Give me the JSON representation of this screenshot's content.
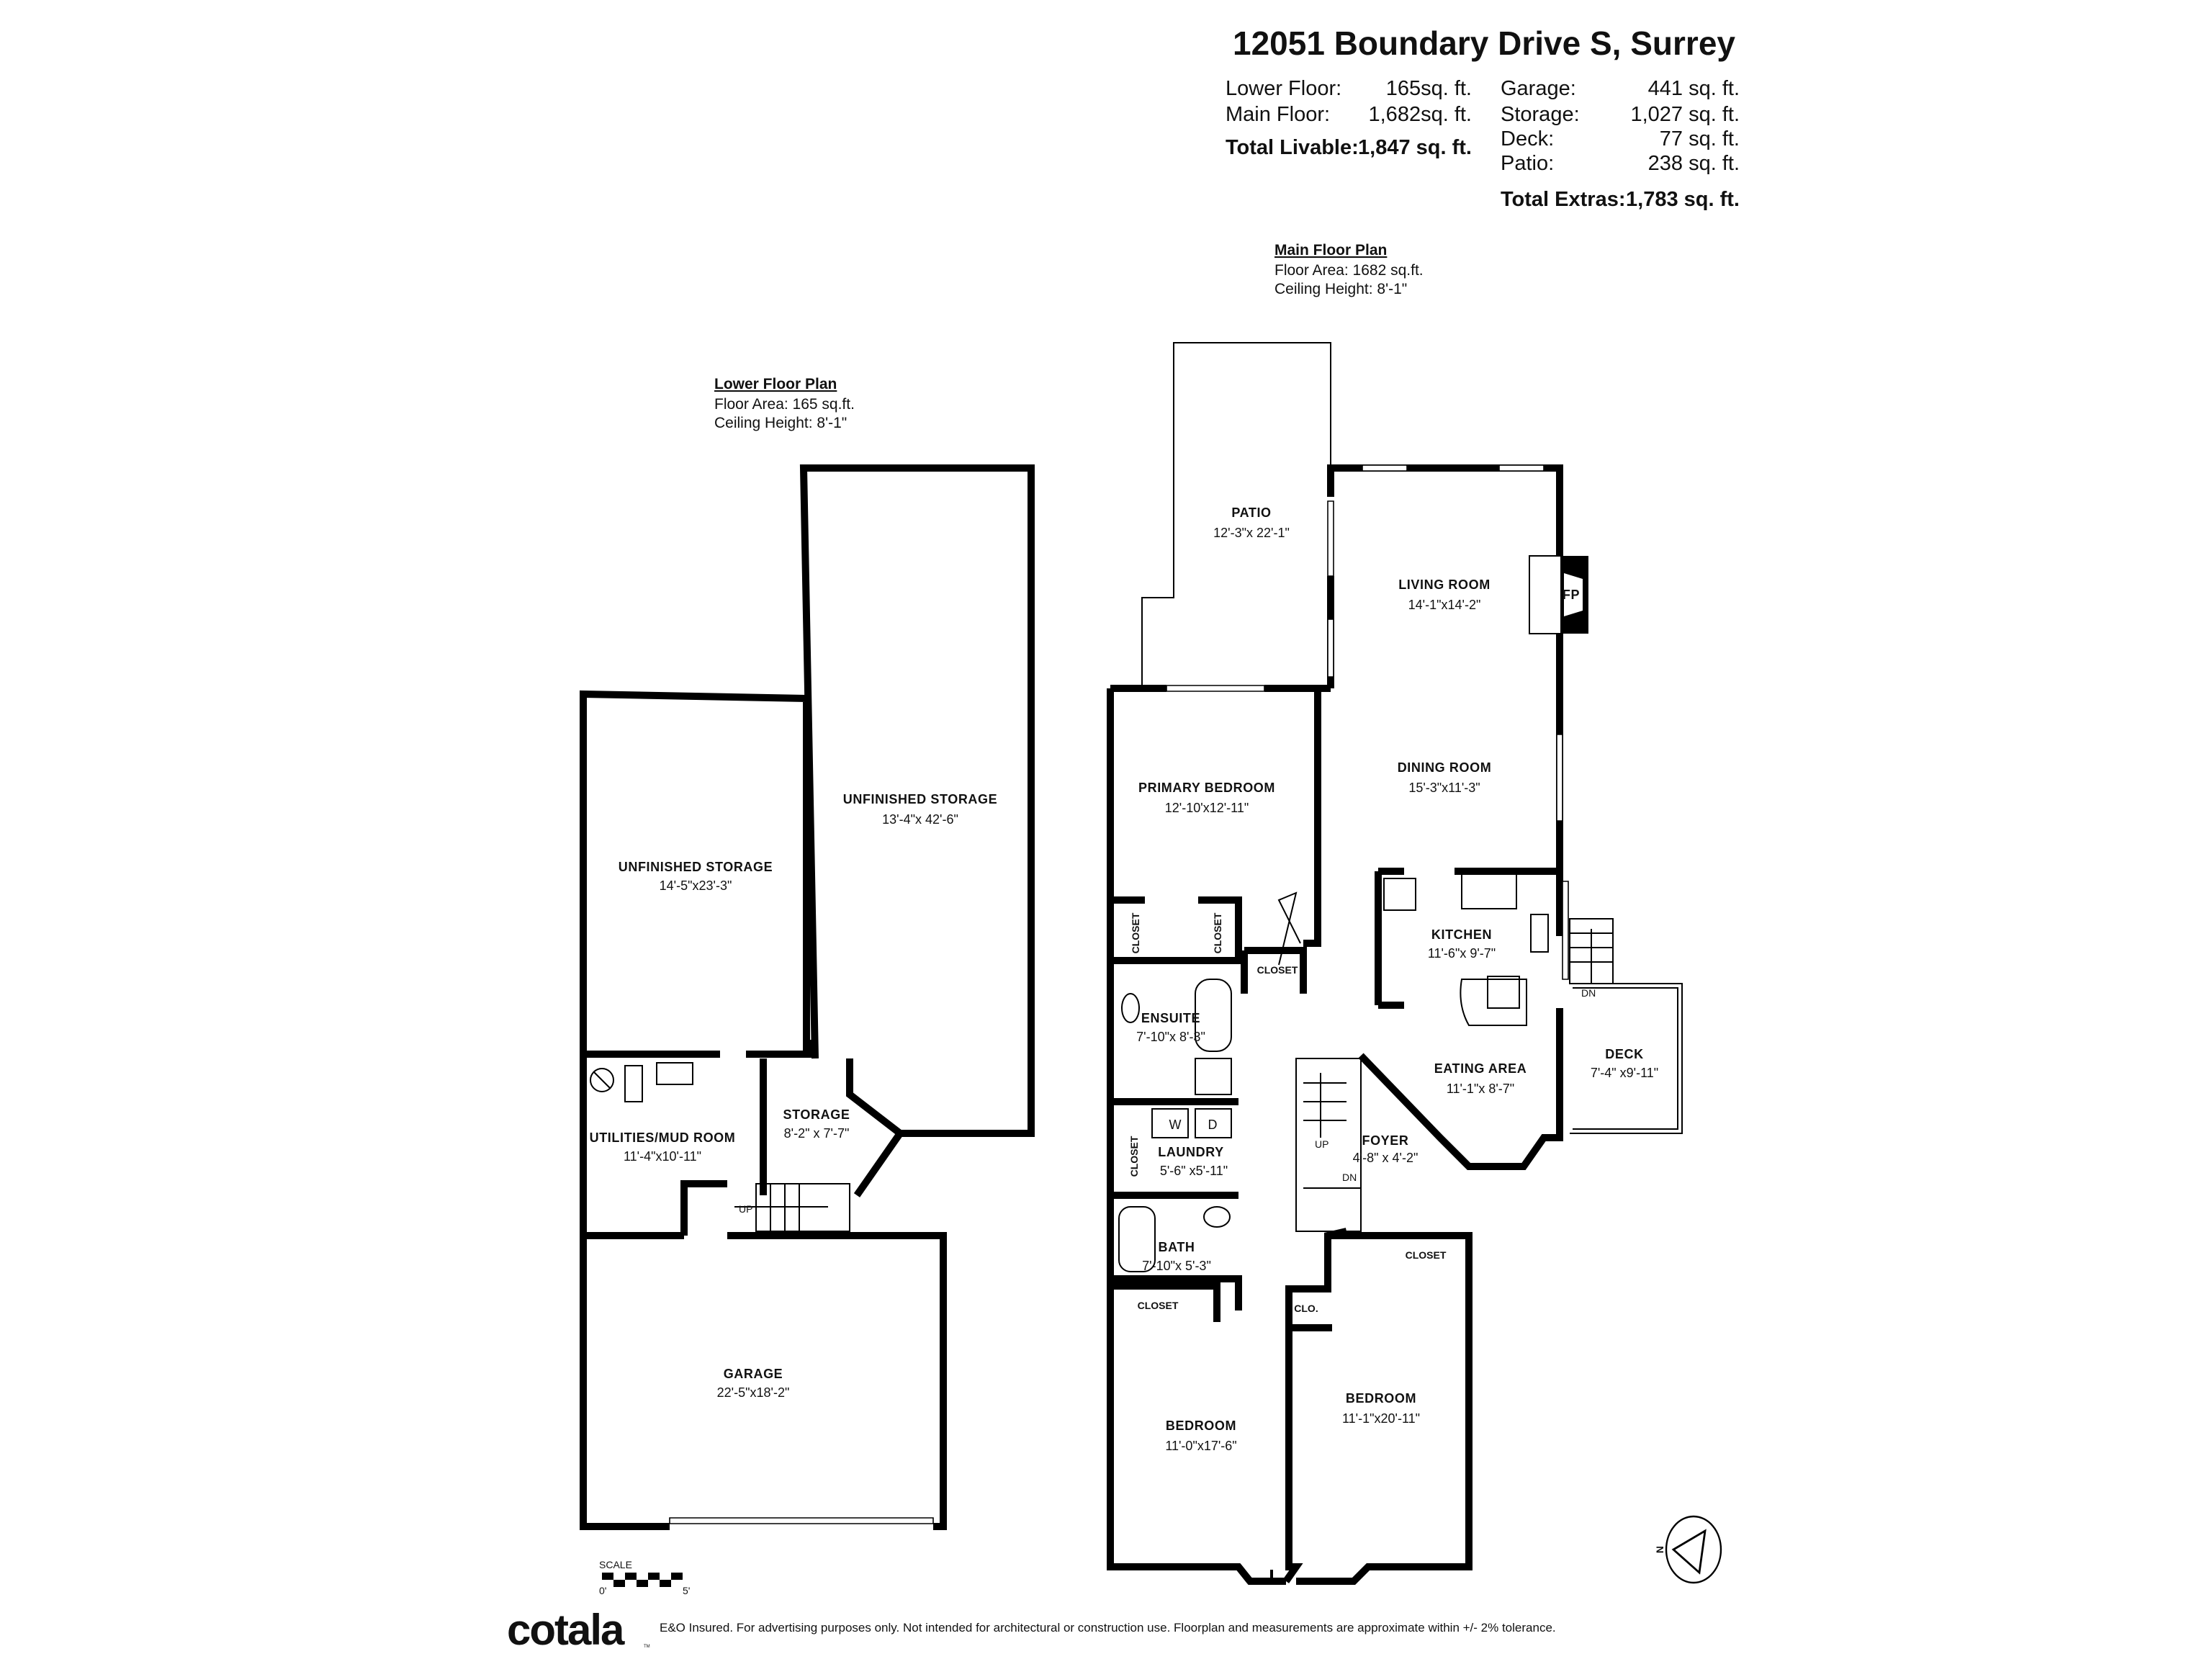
{
  "header": {
    "title": "12051 Boundary Drive S, Surrey",
    "livable": [
      {
        "label": "Lower Floor:",
        "value": "165sq. ft."
      },
      {
        "label": "Main Floor:",
        "value": "1,682sq. ft."
      }
    ],
    "total_livable": {
      "label": "Total Livable:",
      "value": "1,847 sq. ft."
    },
    "extras": [
      {
        "label": "Garage:",
        "value": "441 sq. ft."
      },
      {
        "label": "Storage:",
        "value": "1,027 sq. ft."
      },
      {
        "label": "Deck:",
        "value": "77 sq. ft."
      },
      {
        "label": "Patio:",
        "value": "238 sq. ft."
      }
    ],
    "total_extras": {
      "label": "Total Extras:",
      "value": "1,783 sq. ft."
    }
  },
  "lower_plan": {
    "heading": "Lower Floor Plan",
    "area": "Floor Area: 165 sq.ft.",
    "ceiling": "Ceiling Height: 8'-1\"",
    "rooms": [
      {
        "name": "UNFINISHED STORAGE",
        "dims": "14'-5\"x23'-3\""
      },
      {
        "name": "UNFINISHED STORAGE",
        "dims": "13'-4\"x 42'-6\""
      },
      {
        "name": "UTILITIES/MUD ROOM",
        "dims": "11'-4\"x10'-11\""
      },
      {
        "name": "STORAGE",
        "dims": "8'-2\" x 7'-7\""
      },
      {
        "name": "GARAGE",
        "dims": "22'-5\"x18'-2\""
      }
    ],
    "stair_label": "UP"
  },
  "main_plan": {
    "heading": "Main Floor Plan",
    "area": "Floor Area: 1682 sq.ft.",
    "ceiling": "Ceiling Height: 8'-1\"",
    "rooms": [
      {
        "name": "PATIO",
        "dims": "12'-3\"x 22'-1\""
      },
      {
        "name": "LIVING ROOM",
        "dims": "14'-1\"x14'-2\""
      },
      {
        "name": "DINING ROOM",
        "dims": "15'-3\"x11'-3\""
      },
      {
        "name": "PRIMARY BEDROOM",
        "dims": "12'-10'x12'-11\""
      },
      {
        "name": "KITCHEN",
        "dims": "11'-6\"x 9'-7\""
      },
      {
        "name": "ENSUITE",
        "dims": "7'-10\"x 8'-3\""
      },
      {
        "name": "EATING AREA",
        "dims": "11'-1\"x 8'-7\""
      },
      {
        "name": "DECK",
        "dims": "7'-4\" x9'-11\""
      },
      {
        "name": "LAUNDRY",
        "dims": "5'-6\" x5'-11\""
      },
      {
        "name": "FOYER",
        "dims": "4'-8\" x 4'-2\""
      },
      {
        "name": "BATH",
        "dims": "7'-10\"x 5'-3\""
      },
      {
        "name": "BEDROOM",
        "dims": "11'-0\"x17'-6\""
      },
      {
        "name": "BEDROOM",
        "dims": "11'-1\"x20'-11\""
      }
    ],
    "closets": [
      "CLOSET",
      "CLOSET",
      "CLOSET",
      "CLOSET",
      "CLOSET",
      "CLOSET",
      "CLO."
    ],
    "fireplace": "FP",
    "washer": "W",
    "dryer": "D",
    "up": "UP",
    "dn": "DN",
    "deck_dn": "DN"
  },
  "scale": {
    "label": "SCALE",
    "start": "0'",
    "end": "5'"
  },
  "compass": {
    "label": "N",
    "icon": "north-arrow-icon"
  },
  "footer": {
    "brand": "cotala",
    "tm": "TM",
    "disclaimer": "E&O Insured. For advertising purposes only. Not intended for architectural or construction use. Floorplan and measurements are approximate within +/- 2% tolerance."
  }
}
